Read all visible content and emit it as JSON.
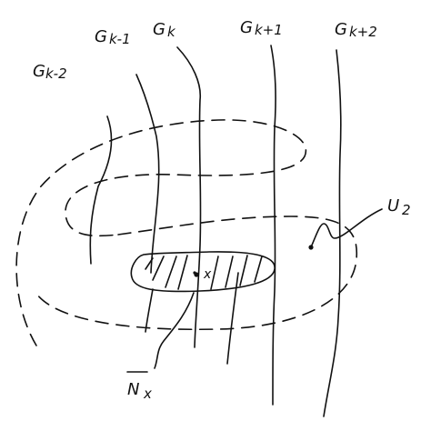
{
  "labels": {
    "g_k_minus_2": "G",
    "g_k_minus_2_sub": "k-2",
    "g_k_minus_1": "G",
    "g_k_minus_1_sub": "k-1",
    "g_k": "G",
    "g_k_sub": "k",
    "g_k_plus_1": "G",
    "g_k_plus_1_sub": "k+1",
    "g_k_plus_2": "G",
    "g_k_plus_2_sub": "k+2",
    "u": "U",
    "u_sub": "2",
    "point_x": "x",
    "n_x_bar": "N",
    "n_x_bar_sub": "x"
  },
  "colors": {
    "ink": "#111111",
    "background": "#ffffff"
  }
}
